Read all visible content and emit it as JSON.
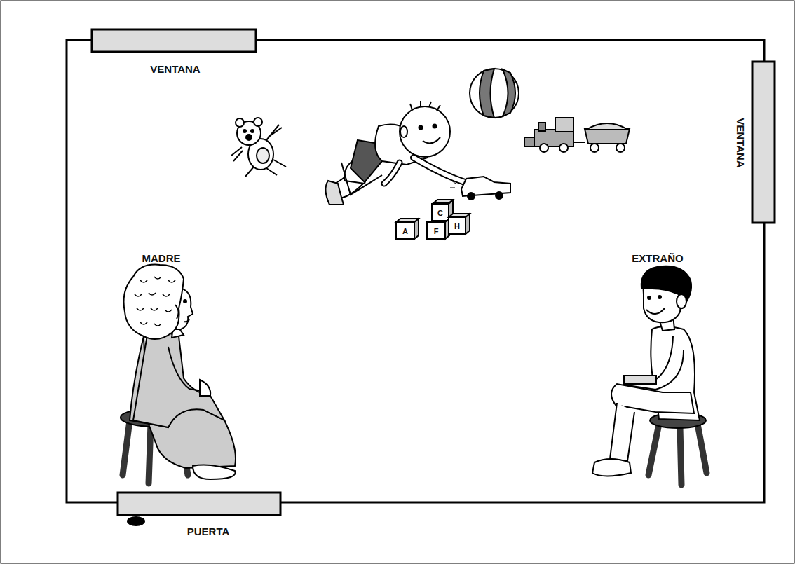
{
  "diagram": {
    "labels": [
      "VENTANA",
      "VENTANA",
      "MADRE",
      "EXTRAÑO",
      "PUERTA",
      "C",
      "A",
      "F",
      "H"
    ]
  }
}
